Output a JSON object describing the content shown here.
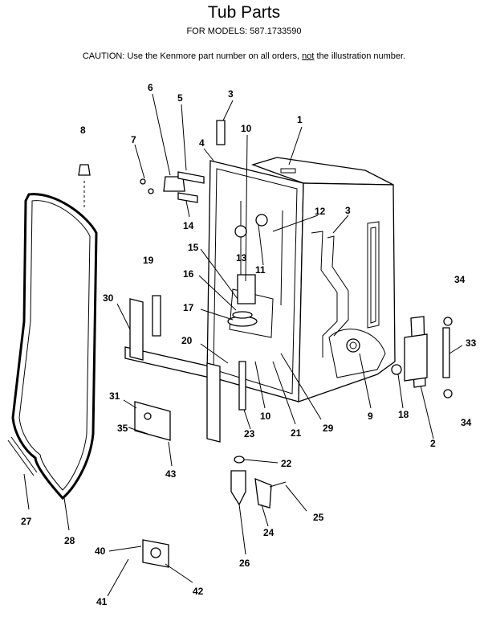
{
  "header": {
    "title": "Tub Parts",
    "models": "FOR MODELS:  587.1733590",
    "caution_prefix": "CAUTION:  Use the Kenmore part number on all orders, ",
    "caution_emph": "not",
    "caution_suffix": " the illustration number."
  },
  "callouts": [
    "1",
    "2",
    "3",
    "3",
    "4",
    "5",
    "6",
    "7",
    "8",
    "9",
    "10",
    "10",
    "11",
    "12",
    "13",
    "14",
    "15",
    "16",
    "17",
    "18",
    "19",
    "20",
    "21",
    "22",
    "23",
    "24",
    "25",
    "26",
    "27",
    "28",
    "29",
    "30",
    "31",
    "33",
    "34",
    "34",
    "35",
    "40",
    "41",
    "42",
    "43"
  ]
}
